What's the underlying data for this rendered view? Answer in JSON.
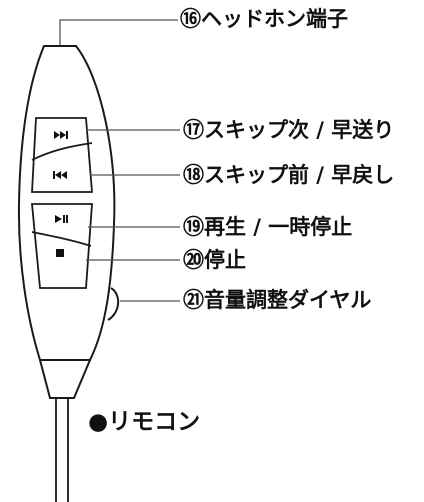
{
  "labels": {
    "headphone_jack": "⑯ヘッドホン端子",
    "skip_next_rewind": "⑰スキップ次 / 早送り",
    "skip_prev_rewind": "⑱スキップ前 / 早戻し",
    "play_pause": "⑲再生 / 一時停止",
    "stop": "⑳停止",
    "volume_dial": "㉑音量調整ダイヤル"
  },
  "title": "●リモコン",
  "buttons": {
    "skip_next_icon": "fast-forward-icon",
    "skip_prev_icon": "rewind-icon",
    "play_pause_icon": "play-pause-icon",
    "stop_icon": "stop-icon"
  }
}
